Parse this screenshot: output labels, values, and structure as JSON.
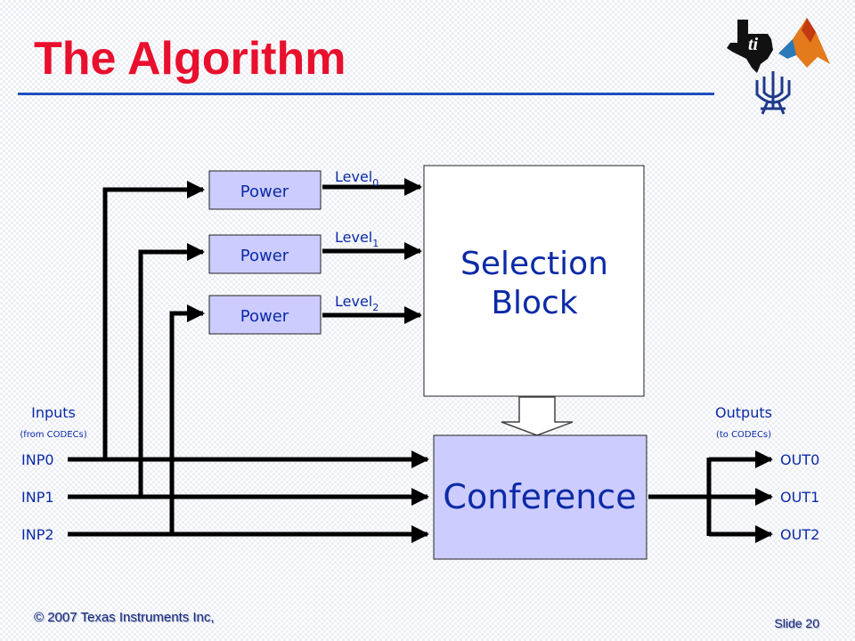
{
  "slide": {
    "title": "The Algorithm",
    "footer_left": "© 2007 Texas Instruments Inc,",
    "footer_right": "Slide 20"
  },
  "logos": [
    "texas-ti-logo",
    "matlab-logo",
    "tel-aviv-university-emblem"
  ],
  "diagram": {
    "power_blocks": [
      "Power",
      "Power",
      "Power"
    ],
    "levels": [
      {
        "name": "Level",
        "sub": "0"
      },
      {
        "name": "Level",
        "sub": "1"
      },
      {
        "name": "Level",
        "sub": "2"
      }
    ],
    "selection_block": [
      "Selection",
      "Block"
    ],
    "conference": "Conference",
    "inputs_label": "Inputs",
    "inputs_sub": "(from CODECs)",
    "outputs_label": "Outputs",
    "outputs_sub": "(to CODECs)",
    "inputs": [
      "INP0",
      "INP1",
      "INP2"
    ],
    "outputs": [
      "OUT0",
      "OUT1",
      "OUT2"
    ],
    "colors": {
      "title": "#e8102d",
      "rule": "#1f4fc0",
      "block_text": "#0b2aa6",
      "box_fill": "#ccccff",
      "line": "#000000"
    }
  }
}
